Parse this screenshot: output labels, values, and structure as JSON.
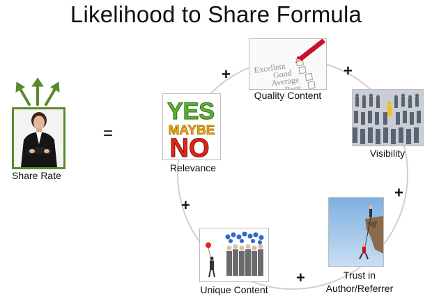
{
  "title": "Likelihood to Share Formula",
  "share": {
    "label": "Share Rate",
    "frame_color": "#5a8a2c",
    "arrow_color": "#5a8a2c",
    "icons": [
      "businesswoman-photo",
      "up-arrow-icon"
    ]
  },
  "equals": "=",
  "factors": [
    {
      "label": "Relevance",
      "image": "yes-maybe-no-image",
      "words": [
        "YES",
        "MAYBE",
        "NO"
      ]
    },
    {
      "label": "Quality Content",
      "image": "rating-checklist-image",
      "words": [
        "Excellent",
        "Good",
        "Average",
        "Poor"
      ]
    },
    {
      "label": "Visibility",
      "image": "crowd-standout-image"
    },
    {
      "label": "Trust in",
      "label2": "Author/Referrer",
      "image": "climbers-cliff-image"
    },
    {
      "label": "Unique Content",
      "image": "crowd-balloons-image"
    }
  ],
  "plus": "+",
  "cycle_color": "#cfcfcf"
}
